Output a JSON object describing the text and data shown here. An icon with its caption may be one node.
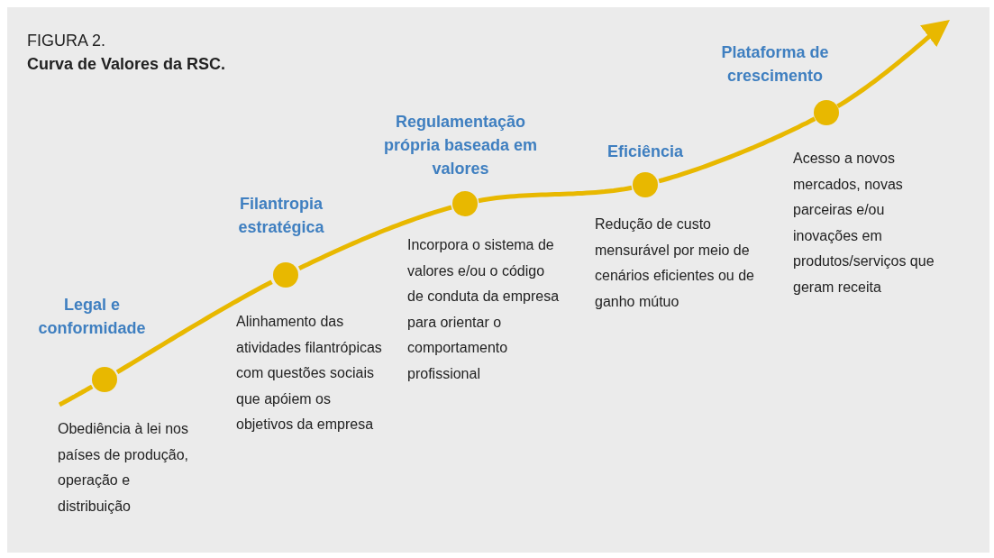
{
  "diagram": {
    "title": "Curva de Valores da RSC.",
    "nodes": [
      {
        "text": [],
        "shape": "circle",
        "beside": [
          "Legal e conformidade",
          "Obediência à lei nos países de produção, operação e distribuição"
        ]
      },
      {
        "text": [],
        "shape": "circle",
        "beside": [
          "Filantropia estratégica",
          "Alinhamento das atividades filantrópicas com questões sociais que apóiem os objetivos da empresa"
        ]
      },
      {
        "text": [],
        "shape": "circle",
        "beside": [
          "Regulamentação própria baseada em valores",
          "Incorpora o sistema de valores e/ou o código de conduta da empresa para orientar o comportamento profissional"
        ]
      },
      {
        "text": [],
        "shape": "circle",
        "beside": [
          "Eficiência",
          "Redução de custo mensurável por meio de cenários eficientes ou de ganho mútuo"
        ]
      },
      {
        "text": [],
        "shape": "circle",
        "beside": [
          "Plataforma de crescimento",
          "Acesso a novos mercados, novas parceiras e/ou inovações em produtos/serviços que geram receita"
        ]
      }
    ],
    "edges": [
      {
        "from": null,
        "to": 0,
        "arrow": "none"
      },
      {
        "from": 0,
        "to": 1,
        "arrow": "none"
      },
      {
        "from": 1,
        "to": 2,
        "arrow": "none"
      },
      {
        "from": 2,
        "to": 3,
        "arrow": "none"
      },
      {
        "from": 3,
        "to": 4,
        "arrow": "none"
      },
      {
        "from": 4,
        "to": null,
        "arrow": "to"
      }
    ],
    "labels": [
      "FIGURA 2."
    ]
  }
}
